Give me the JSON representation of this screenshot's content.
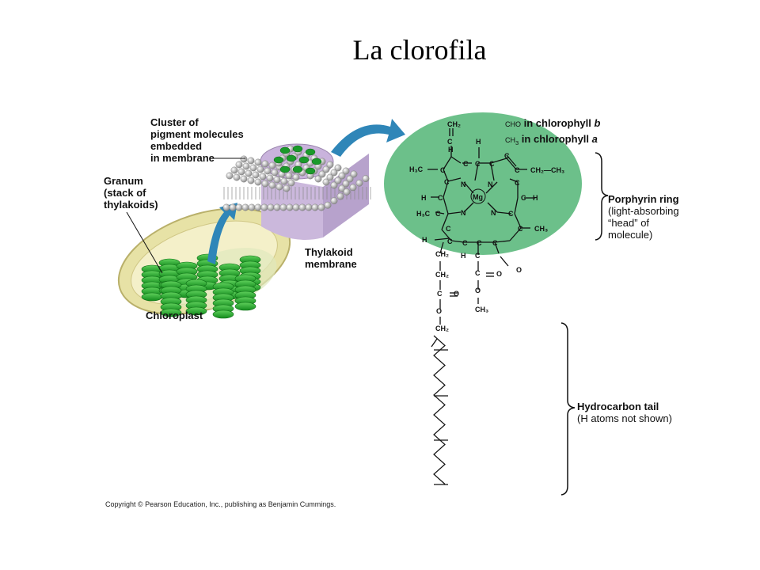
{
  "title": "La clorofila",
  "labels": {
    "cluster": [
      "Cluster of",
      "pigment molecules",
      "embedded",
      "in membrane"
    ],
    "granum": [
      "Granum",
      "(stack of",
      "thylakoids)"
    ],
    "chloroplast": "Chloroplast",
    "thylakoid": [
      "Thylakoid",
      "membrane"
    ],
    "chlorophyll_b": {
      "group": "CHO",
      "text": "in chlorophyll",
      "letter": "b"
    },
    "chlorophyll_a": {
      "group": "CH",
      "sub": "3",
      "text": "in chlorophyll",
      "letter": "a"
    },
    "porphyrin": {
      "heading": "Porphyrin ring",
      "lines": [
        "(light-absorbing",
        "“head” of",
        "molecule)"
      ]
    },
    "tail": {
      "heading": "Hydrocarbon tail",
      "line": "(H atoms not shown)"
    }
  },
  "molecule": {
    "mg": "Mg",
    "n": "N",
    "c": "C",
    "h": "H",
    "o": "O",
    "ch2": "CH₂",
    "ch3": "CH₃",
    "h3c": "H₃C",
    "ch2ch3": "CH₂—CH₃"
  },
  "copyright": "Copyright © Pearson Education, Inc., publishing as Benjamin Cummings.",
  "colors": {
    "head_fill": "#6cc08a",
    "arrow": "#2f86b8",
    "grana": "#27a030",
    "membrane_core": "#cbb8dc",
    "chloroplast": "#e7e2a6"
  }
}
